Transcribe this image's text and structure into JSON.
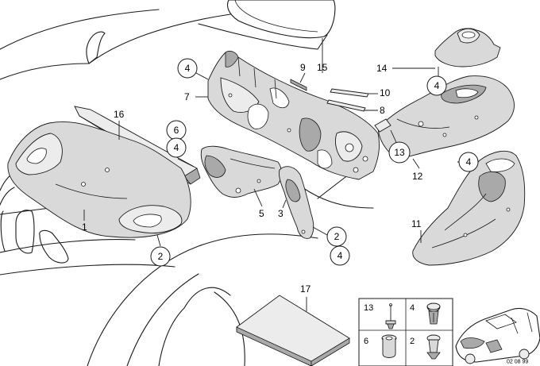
{
  "callouts": [
    {
      "id": "c-4-top",
      "label": "4",
      "circled": true
    },
    {
      "id": "c-7",
      "label": "7",
      "circled": false
    },
    {
      "id": "c-9",
      "label": "9",
      "circled": false
    },
    {
      "id": "c-15",
      "label": "15",
      "circled": false
    },
    {
      "id": "c-10",
      "label": "10",
      "circled": false
    },
    {
      "id": "c-8",
      "label": "8",
      "circled": false
    },
    {
      "id": "c-14",
      "label": "14",
      "circled": false
    },
    {
      "id": "c-4-right-top",
      "label": "4",
      "circled": true
    },
    {
      "id": "c-16",
      "label": "16",
      "circled": false
    },
    {
      "id": "c-6",
      "label": "6",
      "circled": true
    },
    {
      "id": "c-4-mid",
      "label": "4",
      "circled": true
    },
    {
      "id": "c-13",
      "label": "13",
      "circled": true
    },
    {
      "id": "c-12",
      "label": "12",
      "circled": false
    },
    {
      "id": "c-4-right",
      "label": "4",
      "circled": true
    },
    {
      "id": "c-5",
      "label": "5",
      "circled": false
    },
    {
      "id": "c-3",
      "label": "3",
      "circled": false
    },
    {
      "id": "c-1",
      "label": "1",
      "circled": false
    },
    {
      "id": "c-2-center",
      "label": "2",
      "circled": true
    },
    {
      "id": "c-4-center",
      "label": "4",
      "circled": true
    },
    {
      "id": "c-11",
      "label": "11",
      "circled": false
    },
    {
      "id": "c-2-left",
      "label": "2",
      "circled": true
    },
    {
      "id": "c-17",
      "label": "17",
      "circled": false
    }
  ],
  "legend": {
    "items": [
      {
        "label": "13",
        "icon": "stud-clip-icon"
      },
      {
        "label": "4",
        "icon": "expanding-rivet-icon"
      },
      {
        "label": "6",
        "icon": "spacer-sleeve-icon"
      },
      {
        "label": "2",
        "icon": "push-clip-icon"
      }
    ]
  },
  "footer": {
    "code": "02 08 99"
  },
  "colors": {
    "line": "#1a1a1a",
    "part_fill": "#d9d9d9",
    "part_shadow": "#a9a9a9",
    "background": "#ffffff"
  }
}
